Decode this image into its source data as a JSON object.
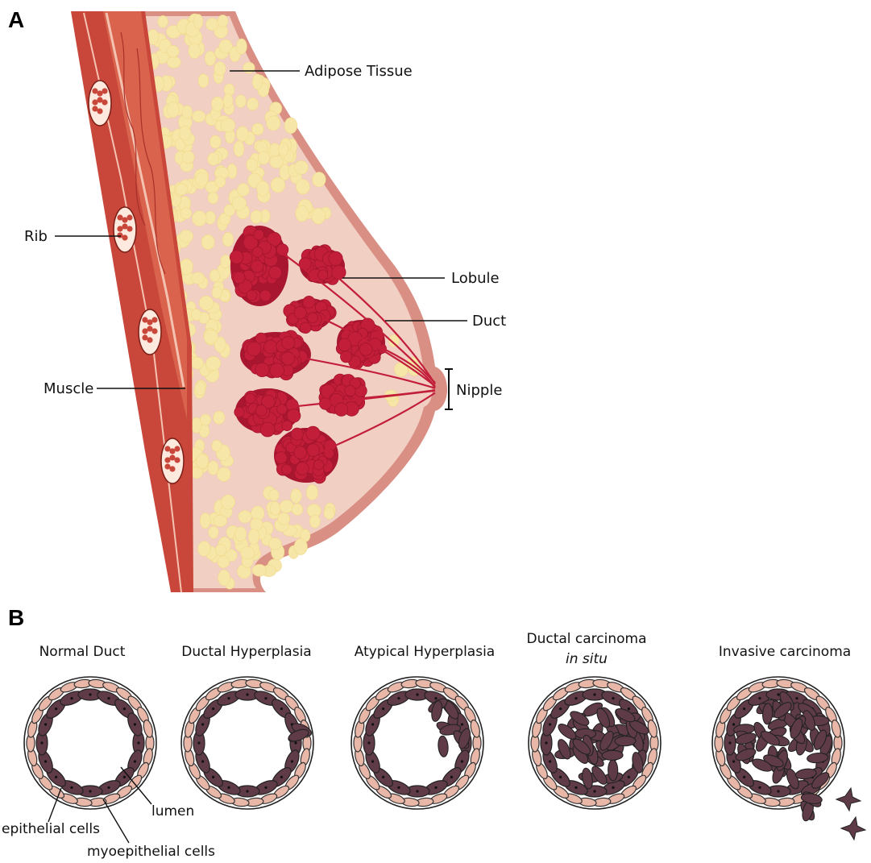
{
  "panel_a": {
    "letter": "A",
    "labels": {
      "adipose": "Adipose Tissue",
      "rib": "Rib",
      "lobule": "Lobule",
      "duct": "Duct",
      "muscle": "Muscle",
      "nipple": "Nipple"
    }
  },
  "panel_b": {
    "letter": "B",
    "stages": [
      {
        "title": "Normal Duct",
        "subtitle": ""
      },
      {
        "title": "Ductal Hyperplasia",
        "subtitle": ""
      },
      {
        "title": "Atypical Hyperplasia",
        "subtitle": ""
      },
      {
        "title": "Ductal carcinoma",
        "subtitle": "in situ"
      },
      {
        "title": "Invasive carcinoma",
        "subtitle": ""
      }
    ],
    "callouts": {
      "lumen": "lumen",
      "epithelial": "epithelial cells",
      "myoepithelial": "myoepithelial cells"
    }
  },
  "colors": {
    "muscle": "#c8473a",
    "muscle_light": "#e07a62",
    "skin": "#d98f84",
    "tissue": "#f1cfc3",
    "fat": "#f6e6a8",
    "lobule": "#c21e3a",
    "epithelial": "#5e3b47",
    "myoepithelial": "#e8b7a8"
  }
}
